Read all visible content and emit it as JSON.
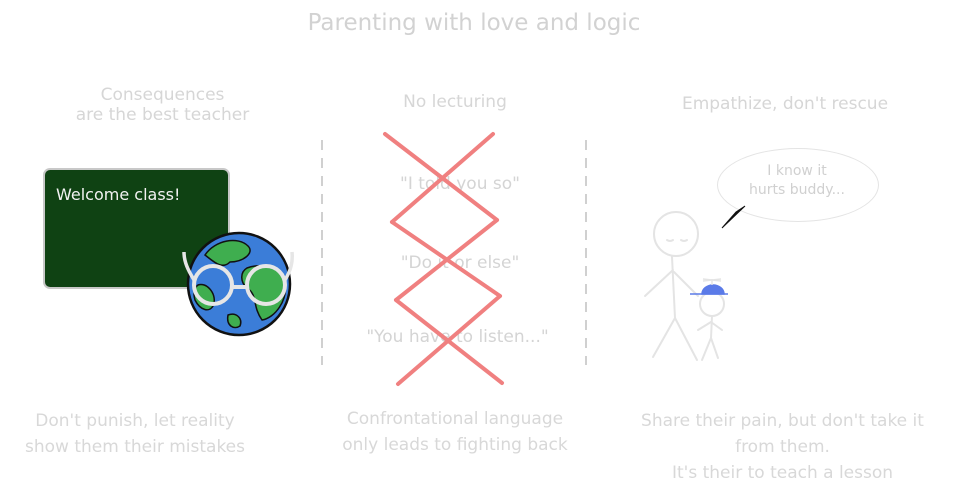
{
  "title": "Parenting with love and logic",
  "columns": [
    {
      "heading": "Consequences\nare the best teacher",
      "board_text": "Welcome class!",
      "footer": "Don't punish, let reality\nshow them their mistakes"
    },
    {
      "heading": "No lecturing",
      "quotes": [
        "\"I told you so\"",
        "\"Do it or else\"",
        "\"You have to listen...\""
      ],
      "footer": "Confrontational language\nonly leads to fighting back"
    },
    {
      "heading": "Empathize, don't rescue",
      "speech": "I know it\nhurts buddy...",
      "footer": "Share their pain, but don't take it\nfrom them.\nIt's their to teach a lesson"
    }
  ],
  "colors": {
    "cross": "#f08080",
    "board": "#0f4213",
    "globe_ocean": "#3b7dd8",
    "globe_land": "#3fae4f",
    "propeller_cap": "#5b7be8"
  },
  "icons": [
    "chalkboard-icon",
    "globe-with-glasses-icon",
    "cross-out-icon",
    "speech-bubble-icon",
    "stick-figure-parent-icon",
    "stick-figure-child-icon"
  ]
}
